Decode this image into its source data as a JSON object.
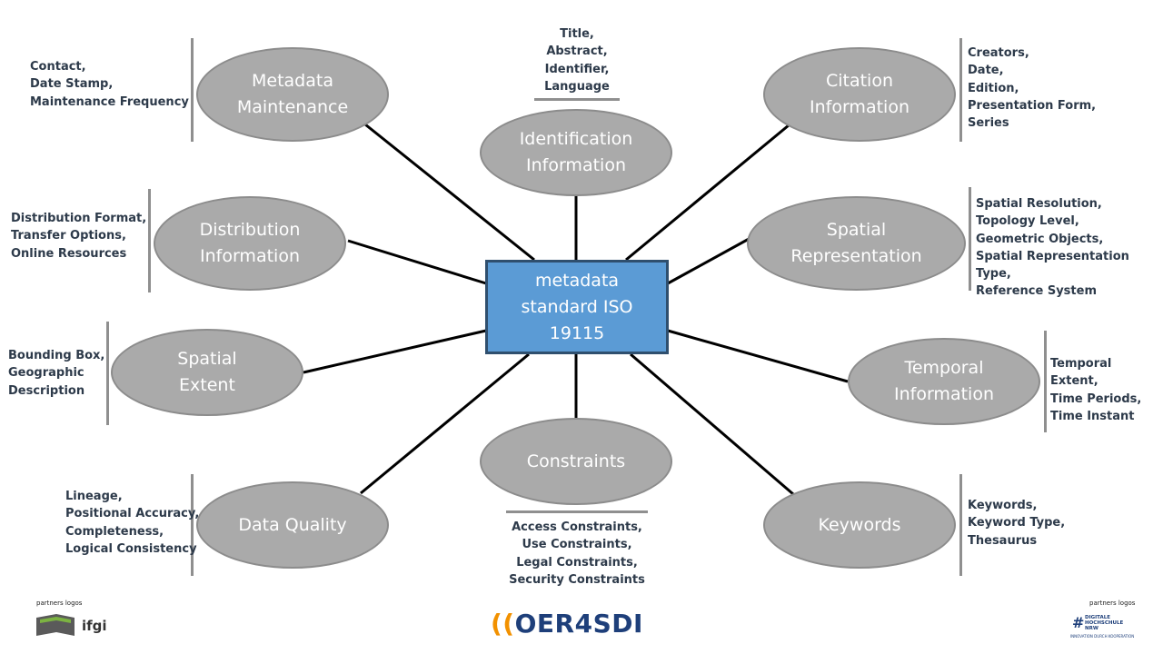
{
  "center": {
    "label": "metadata\nstandard ISO\n19115"
  },
  "nodes": [
    {
      "id": "metadata-maintenance",
      "label": "Metadata\nMaintenance",
      "details": "Contact,\nDate Stamp,\nMaintenance Frequency"
    },
    {
      "id": "identification-information",
      "label": "Identification\nInformation",
      "details": "Title,\nAbstract,\nIdentifier,\nLanguage"
    },
    {
      "id": "citation-information",
      "label": "Citation\nInformation",
      "details": "Creators,\nDate,\nEdition,\nPresentation Form,\nSeries"
    },
    {
      "id": "distribution-information",
      "label": "Distribution\nInformation",
      "details": "Distribution Format,\nTransfer Options,\nOnline Resources"
    },
    {
      "id": "spatial-representation",
      "label": "Spatial\nRepresentation",
      "details": "Spatial Resolution,\nTopology Level,\nGeometric Objects,\nSpatial Representation Type,\nReference System"
    },
    {
      "id": "spatial-extent",
      "label": "Spatial\nExtent",
      "details": "Bounding Box,\nGeographic\nDescription"
    },
    {
      "id": "temporal-information",
      "label": "Temporal\nInformation",
      "details": "Temporal Extent,\nTime Periods,\nTime Instant"
    },
    {
      "id": "constraints",
      "label": "Constraints",
      "details": "Access Constraints,\nUse Constraints,\nLegal Constraints,\nSecurity Constraints"
    },
    {
      "id": "data-quality",
      "label": "Data Quality",
      "details": "Lineage,\nPositional Accuracy,\nCompleteness,\nLogical Consistency"
    },
    {
      "id": "keywords",
      "label": "Keywords",
      "details": "Keywords,\nKeyword Type,\nThesaurus"
    }
  ],
  "footer": {
    "partners_left": "partners logos",
    "partners_right": "partners logos",
    "ifgi": "ifgi",
    "oer_brand": "OER4SDI",
    "oer_arc": "((",
    "dh_name": "DIGITALE\nHOCHSCHULE\nNRW",
    "dh_tagline": "INNOVATION DURCH KOOPERATION"
  },
  "colors": {
    "node_fill": "#aaaaaa",
    "center_fill": "#5b9bd5",
    "brand_blue": "#1e3f7a",
    "brand_orange": "#f29100"
  }
}
